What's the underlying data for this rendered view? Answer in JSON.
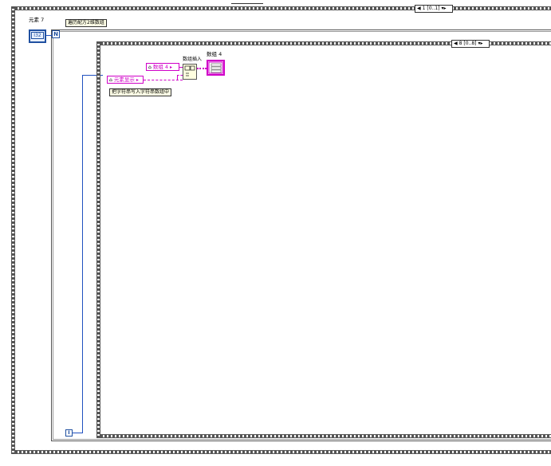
{
  "outer_sequence": {
    "selector_text": "1 [0..1]"
  },
  "left_panel": {
    "element_label": "元素 7",
    "indicator_text": "I32",
    "comment": "遍历配方2维数组"
  },
  "for_loop": {
    "n_label": "N",
    "i_label": "i"
  },
  "inner_sequence": {
    "selector_text": "8 [0..8]"
  },
  "nodes": {
    "array_local": "数组 4",
    "element_local": "元素显示",
    "insert_fn_label": "数组插入",
    "array_indicator_label": "数组 4",
    "comment": "把字符串写入字符串数组中"
  },
  "colors": {
    "string_wire": "#d000c8",
    "numeric_wire": "#2050c0",
    "frame": "#555555"
  }
}
